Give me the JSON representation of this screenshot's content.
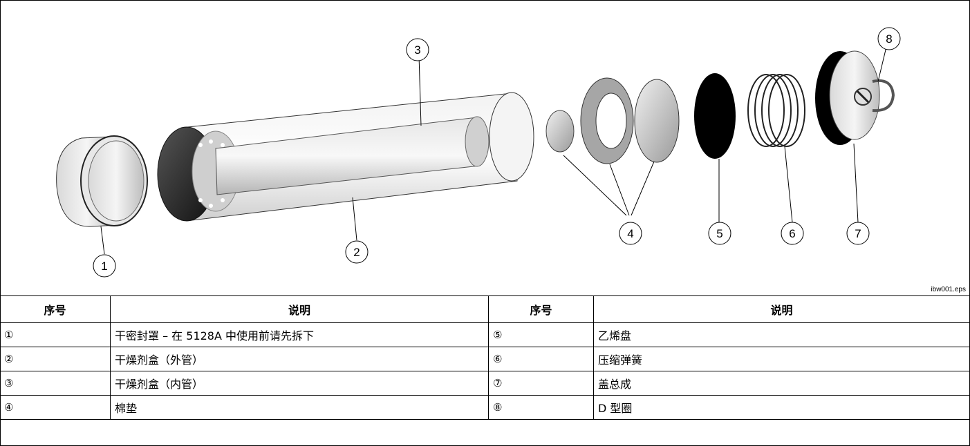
{
  "figure": {
    "filename": "ibw001.eps",
    "callouts": [
      "1",
      "2",
      "3",
      "4",
      "5",
      "6",
      "7",
      "8"
    ]
  },
  "table": {
    "headers": [
      "序号",
      "说明",
      "序号",
      "说明"
    ],
    "rows": [
      {
        "num_left": "①",
        "desc_left": "干密封罩 – 在 5128A 中使用前请先拆下",
        "num_right": "⑤",
        "desc_right": "乙烯盘"
      },
      {
        "num_left": "②",
        "desc_left": "干燥剂盒（外管）",
        "num_right": "⑥",
        "desc_right": "压缩弹簧"
      },
      {
        "num_left": "③",
        "desc_left": "干燥剂盒（内管）",
        "num_right": "⑦",
        "desc_right": "盖总成"
      },
      {
        "num_left": "④",
        "desc_left": "棉垫",
        "num_right": "⑧",
        "desc_right": "D 型圈"
      }
    ]
  }
}
